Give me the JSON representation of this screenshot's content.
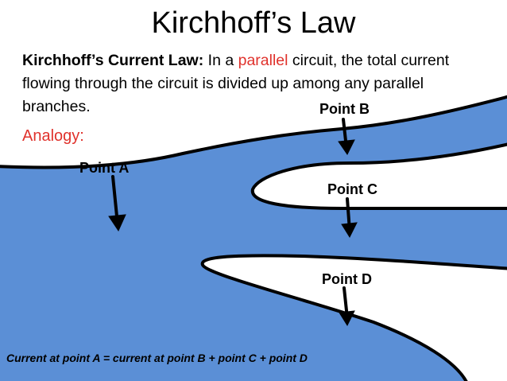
{
  "title": "Kirchhoff’s Law",
  "law": {
    "label": "Kirchhoff’s Current Law:",
    "text_before": " In a ",
    "highlight": "parallel",
    "text_after": " circuit, the total current flowing through the circuit is divided up among any parallel branches."
  },
  "analogy": "Analogy:",
  "points": {
    "a": "Point A",
    "b": "Point B",
    "c": "Point C",
    "d": "Point D"
  },
  "equation": "Current at point A = current at point B + point C + point D",
  "colors": {
    "water": "#5b8fd6",
    "accent": "#e0322c",
    "outline": "#000000"
  }
}
